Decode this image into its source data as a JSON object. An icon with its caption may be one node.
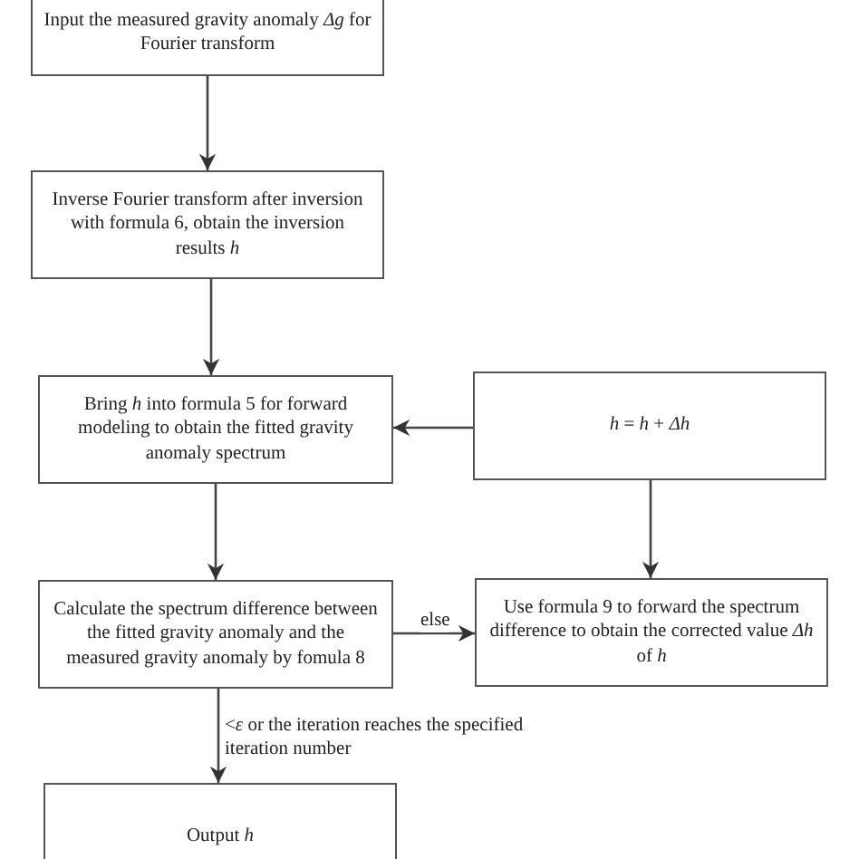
{
  "diagram": {
    "nodes": [
      {
        "text": [
          "Input the measured gravity anomaly *Δg* for Fourier transform"
        ]
      },
      {
        "text": [
          "Inverse Fourier transform after inversion with formula 6, obtain the inversion results *h*"
        ]
      },
      {
        "text": [
          "Bring *h* into formula 5 for forward modeling to obtain the fitted gravity anomaly spectrum"
        ]
      },
      {
        "text": [
          "*h* = *h* + *Δh*"
        ]
      },
      {
        "text": [
          "Calculate the spectrum difference between the fitted gravity anomaly and the measured gravity anomaly by fomula 8"
        ]
      },
      {
        "text": [
          "Use formula 9 to forward the spectrum difference to obtain the corrected value *Δh* of *h*"
        ]
      },
      {
        "text": [
          "Output *h*"
        ]
      }
    ],
    "edges": [
      {
        "from": 0,
        "to": 1,
        "arrow": "to"
      },
      {
        "from": 1,
        "to": 2,
        "arrow": "to"
      },
      {
        "from": 3,
        "to": 2,
        "arrow": "to"
      },
      {
        "from": 2,
        "to": 4,
        "arrow": "to"
      },
      {
        "from": 3,
        "to": 5,
        "arrow": "to"
      },
      {
        "from": 4,
        "to": 5,
        "arrow": "to",
        "label": "else"
      },
      {
        "from": 4,
        "to": 6,
        "arrow": "to",
        "label": "<*ε* or the iteration reaches the specified iteration number"
      }
    ]
  }
}
